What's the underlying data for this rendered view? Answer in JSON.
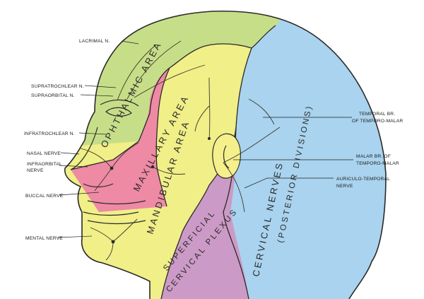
{
  "colors": {
    "ophthalmic": "#c7de88",
    "maxillary": "#ee8aa4",
    "mandibular": "#f5ef8c",
    "cervical_posterior": "#a9d3ee",
    "superficial_cervical": "#cc9ac6",
    "face": "#f0ef88",
    "outline": "#2a2a2a"
  },
  "regions": {
    "ophthalmic": "OPHTHALMIC AREA",
    "maxillary": "MAXILLARY AREA",
    "mandibular": "MANDIBULAR AREA",
    "cervical_nerves_line1": "CERVICAL NERVES",
    "cervical_nerves_line2": "(POSTERIOR DIVISIONS)",
    "superficial_line1": "SUPERFICIAL",
    "superficial_line2": "CERVICAL PLEXUS"
  },
  "labels": {
    "lacrimal": "LACRIMAL N.",
    "supratrochlear": "SUPRATROCHLEAR N.",
    "supraorbital": "SUPRAORBITAL N.",
    "infratrochlear": "INFRATROCHLEAR N.",
    "nasal": "NASAL NERVE",
    "infraorbital_line1": "INFRAORBITAL",
    "infraorbital_line2": "NERVE",
    "buccal": "BUCCAL NERVE",
    "mental": "MENTAL NERVE",
    "temporal_line1": "TEMPORAL BR.",
    "temporal_line2": "OF TEMPORO-MALAR",
    "malar_line1": "MALAR BR. OF",
    "malar_line2": "TEMPORO-MALAR",
    "auriculo_line1": "AURICULO-TEMPORAL",
    "auriculo_line2": "NERVE"
  }
}
